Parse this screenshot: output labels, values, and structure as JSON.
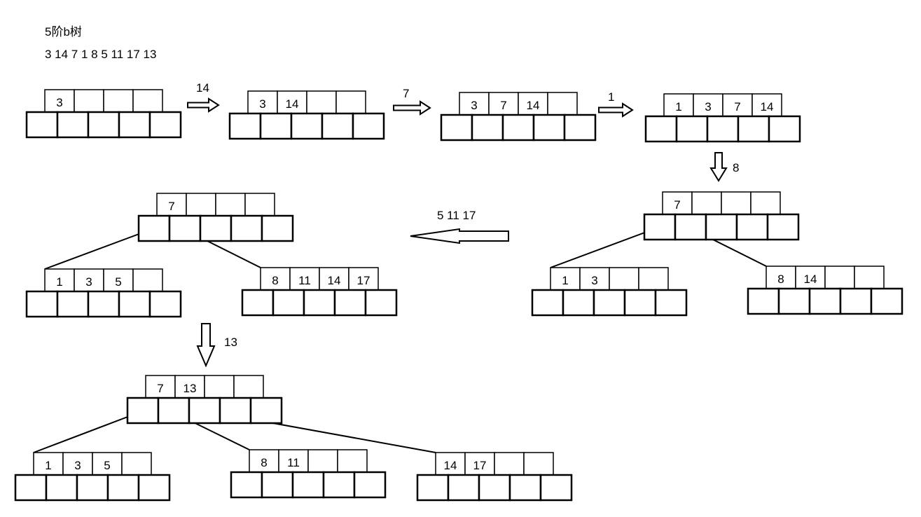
{
  "header": {
    "title": "5阶b树",
    "sequence": "3 14 7 1 8 5 11 17 13"
  },
  "arrow_labels": [
    "14",
    "7",
    "1",
    "8",
    "5 11 17",
    "13"
  ],
  "nodes": [
    {
      "keys": [
        "3"
      ]
    },
    {
      "keys": [
        "3",
        "14"
      ]
    },
    {
      "keys": [
        "3",
        "7",
        "14"
      ]
    },
    {
      "keys": [
        "1",
        "3",
        "7",
        "14"
      ]
    },
    {
      "keys": [
        "7"
      ]
    },
    {
      "keys": [
        "1",
        "3"
      ]
    },
    {
      "keys": [
        "8",
        "14"
      ]
    },
    {
      "keys": [
        "7"
      ]
    },
    {
      "keys": [
        "1",
        "3",
        "5"
      ]
    },
    {
      "keys": [
        "8",
        "11",
        "14",
        "17"
      ]
    },
    {
      "keys": [
        "7",
        "13"
      ]
    },
    {
      "keys": [
        "1",
        "3",
        "5"
      ]
    },
    {
      "keys": [
        "8",
        "11"
      ]
    },
    {
      "keys": [
        "14",
        "17"
      ]
    }
  ]
}
